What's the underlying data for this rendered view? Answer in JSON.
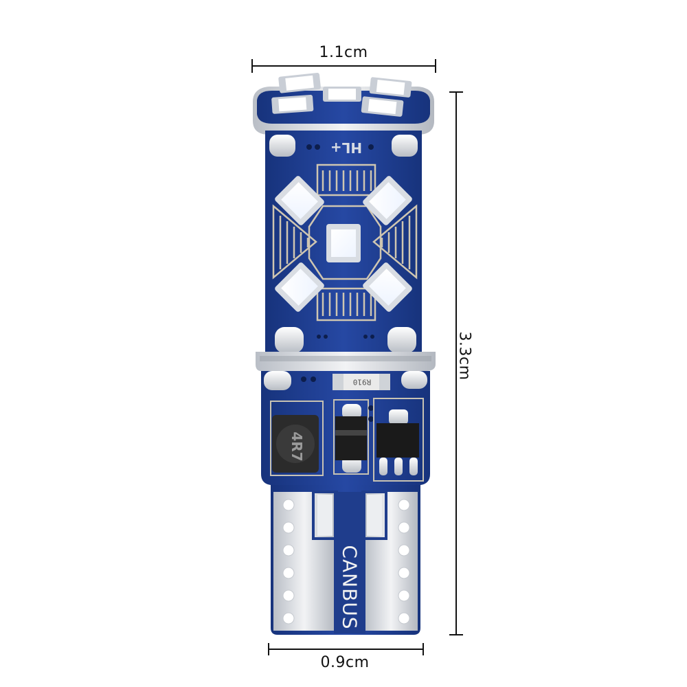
{
  "dimensions": {
    "width_label": "1.1cm",
    "height_label": "3.3cm",
    "base_width_label": "0.9cm"
  },
  "bulb": {
    "base_label": "CANBUS",
    "board_marking": "HL+",
    "resistor_marking": "R910",
    "inductor_marking": "4R7"
  },
  "colors": {
    "board_blue": "#1f3f93",
    "board_dark": "#142c6e",
    "silver": "#cfd3d8",
    "led_white": "#ffffff",
    "led_frame": "#e4e6ea"
  }
}
